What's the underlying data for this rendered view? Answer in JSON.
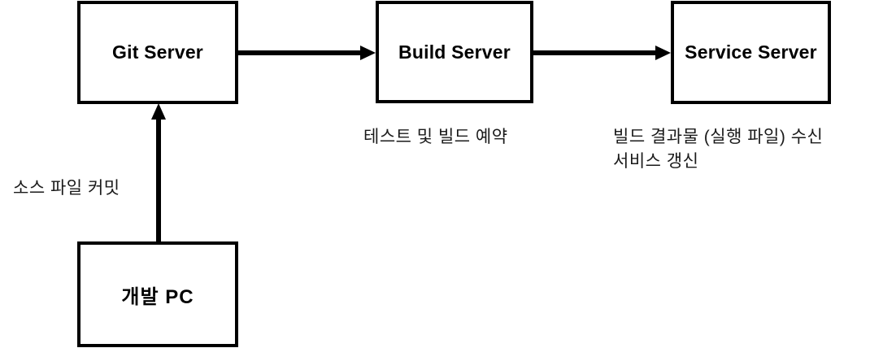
{
  "diagram": {
    "title": "CI/CD flow diagram",
    "background_color": "#ffffff",
    "stroke_color": "#000000",
    "text_color": "#1a1a1a",
    "nodes": [
      {
        "id": "git-server",
        "label": "Git Server",
        "lang": "en"
      },
      {
        "id": "build-server",
        "label": "Build Server",
        "lang": "en"
      },
      {
        "id": "service-server",
        "label": "Service Server",
        "lang": "en"
      },
      {
        "id": "dev-pc",
        "label": "개발 PC",
        "lang": "ko"
      }
    ],
    "edges": [
      {
        "id": "git-to-build",
        "from": "git-server",
        "to": "build-server",
        "direction": "right",
        "label": ""
      },
      {
        "id": "build-to-service",
        "from": "build-server",
        "to": "service-server",
        "direction": "right",
        "label": ""
      },
      {
        "id": "pc-to-git",
        "from": "dev-pc",
        "to": "git-server",
        "direction": "up",
        "label": "소스 파일 커밋"
      }
    ],
    "captions": [
      {
        "id": "commit-caption",
        "text": "소스 파일 커밋"
      },
      {
        "id": "build-caption",
        "text": "테스트 및 빌드 예약"
      },
      {
        "id": "service-caption-line1",
        "text": "빌드 결과물 (실행 파일) 수신"
      },
      {
        "id": "service-caption-line2",
        "text": "서비스 갱신"
      }
    ]
  }
}
